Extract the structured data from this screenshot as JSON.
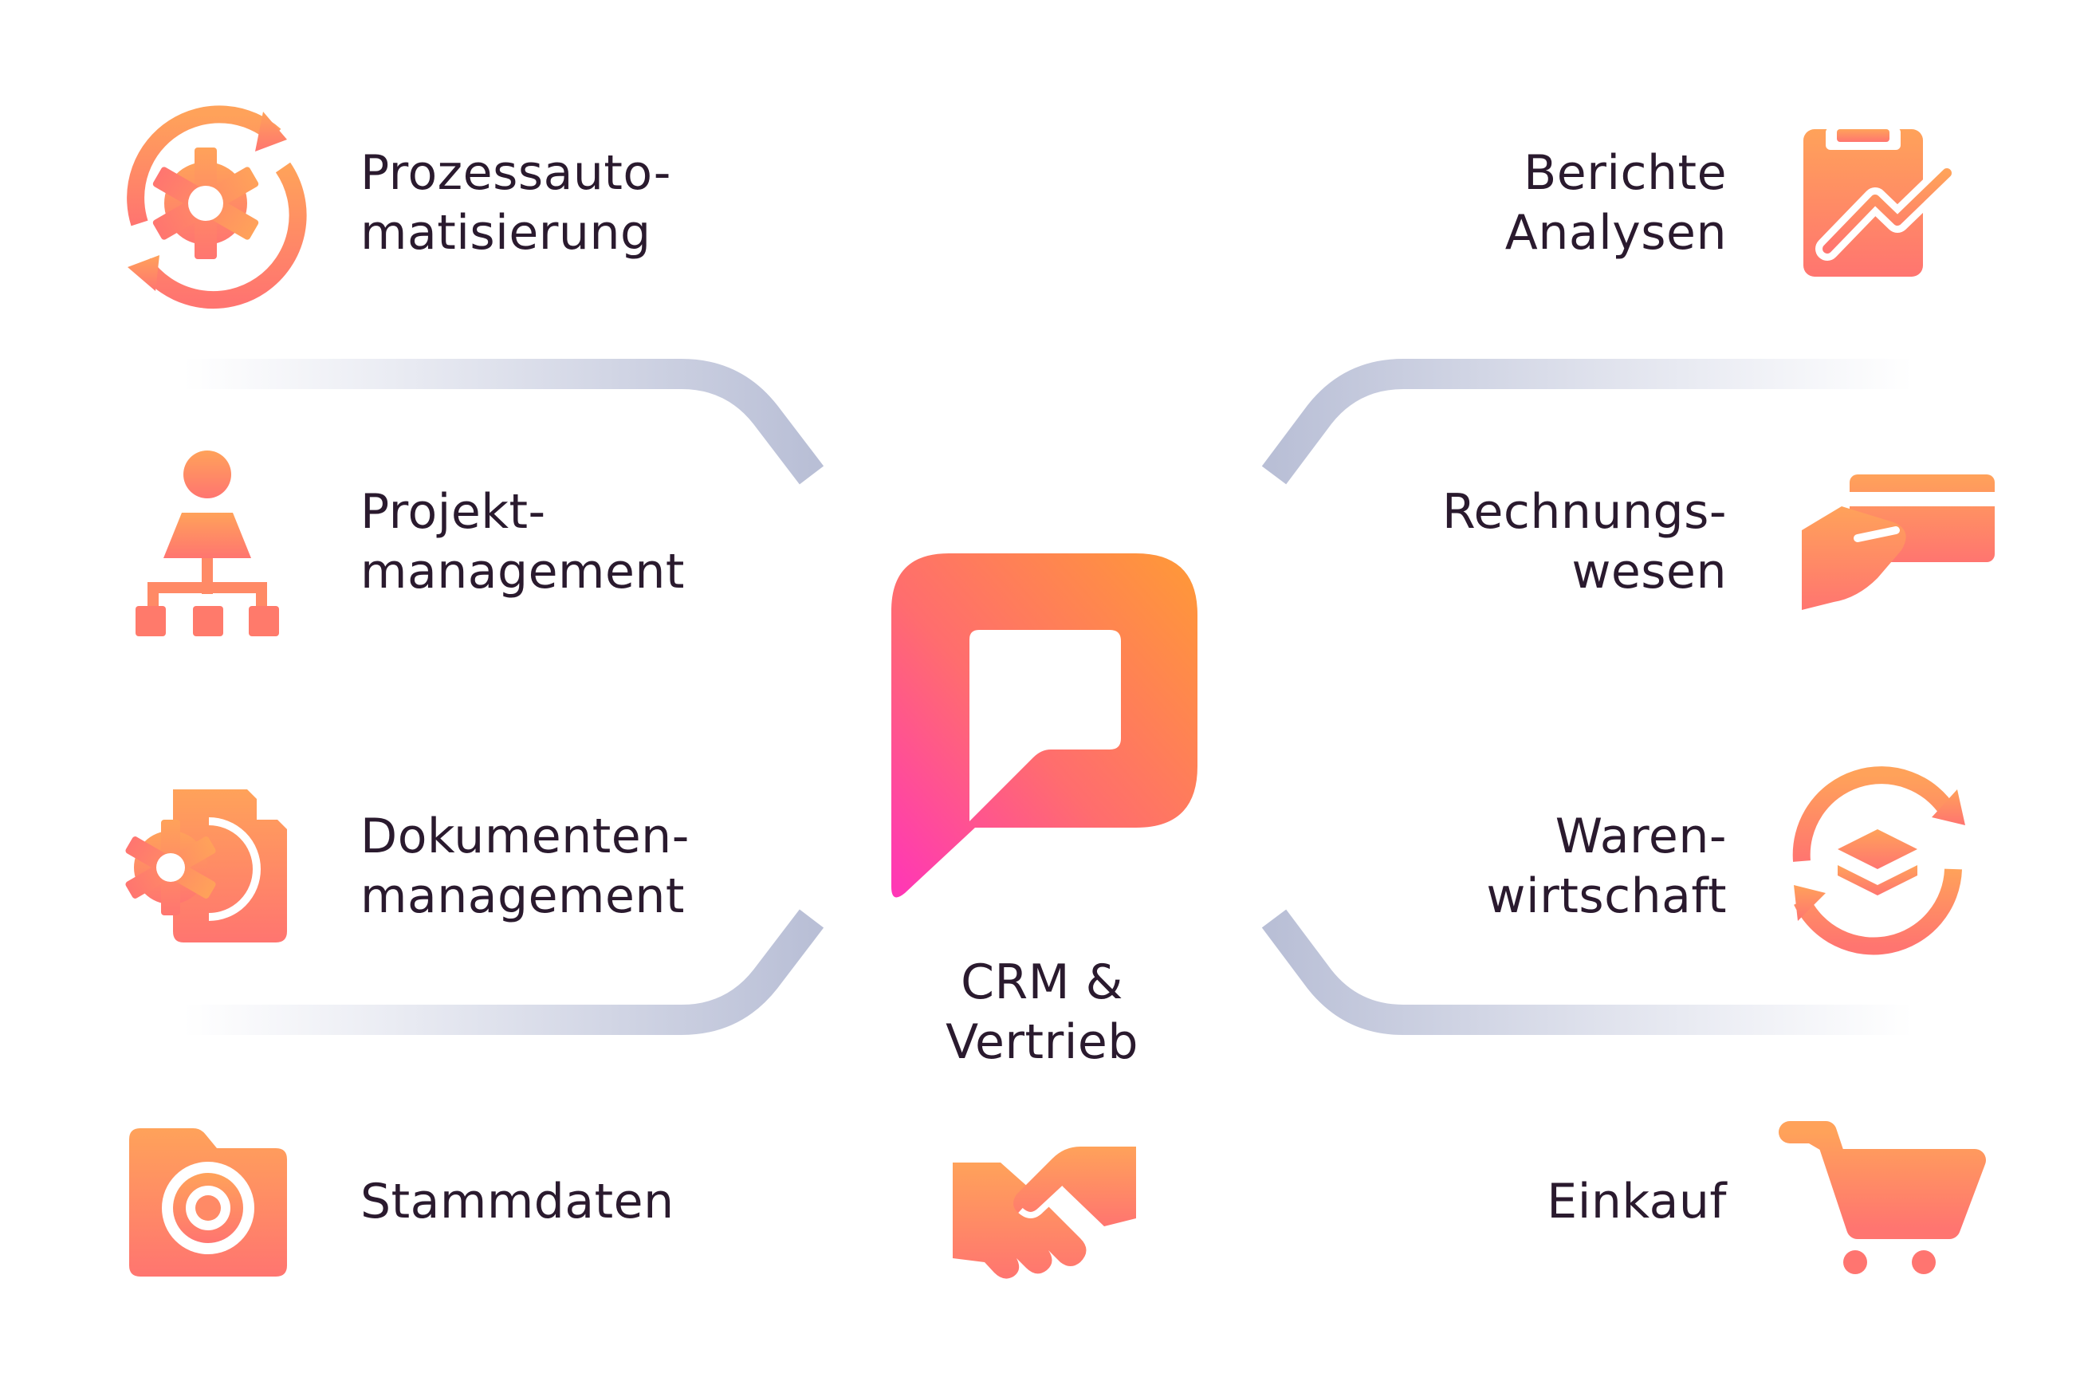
{
  "colors": {
    "accent_orange": "#FF9A3C",
    "accent_salmon": "#FF7A6B",
    "accent_pink": "#FF3DB4",
    "connector": "#C3C8DD",
    "text": "#2A1A2E"
  },
  "center": {
    "logo_icon": "p-speech-bubble-logo",
    "label_lines": [
      "CRM &",
      "Vertrieb"
    ],
    "icon": "handshake-icon"
  },
  "left_modules": [
    {
      "icon": "gear-sync-icon",
      "lines": [
        "Prozessauto-",
        "matisierung"
      ]
    },
    {
      "icon": "org-chart-icon",
      "lines": [
        "Projekt-",
        "management"
      ]
    },
    {
      "icon": "document-gear-icon",
      "lines": [
        "Dokumenten-",
        "management"
      ]
    },
    {
      "icon": "folder-target-icon",
      "lines": [
        "Stammdaten"
      ]
    }
  ],
  "right_modules": [
    {
      "icon": "clipboard-chart-icon",
      "lines": [
        "Berichte",
        "Analysen"
      ]
    },
    {
      "icon": "hand-card-icon",
      "lines": [
        "Rechnungs-",
        "wesen"
      ]
    },
    {
      "icon": "layers-sync-icon",
      "lines": [
        "Waren-",
        "wirtschaft"
      ]
    },
    {
      "icon": "shopping-cart-icon",
      "lines": [
        "Einkauf"
      ]
    }
  ]
}
